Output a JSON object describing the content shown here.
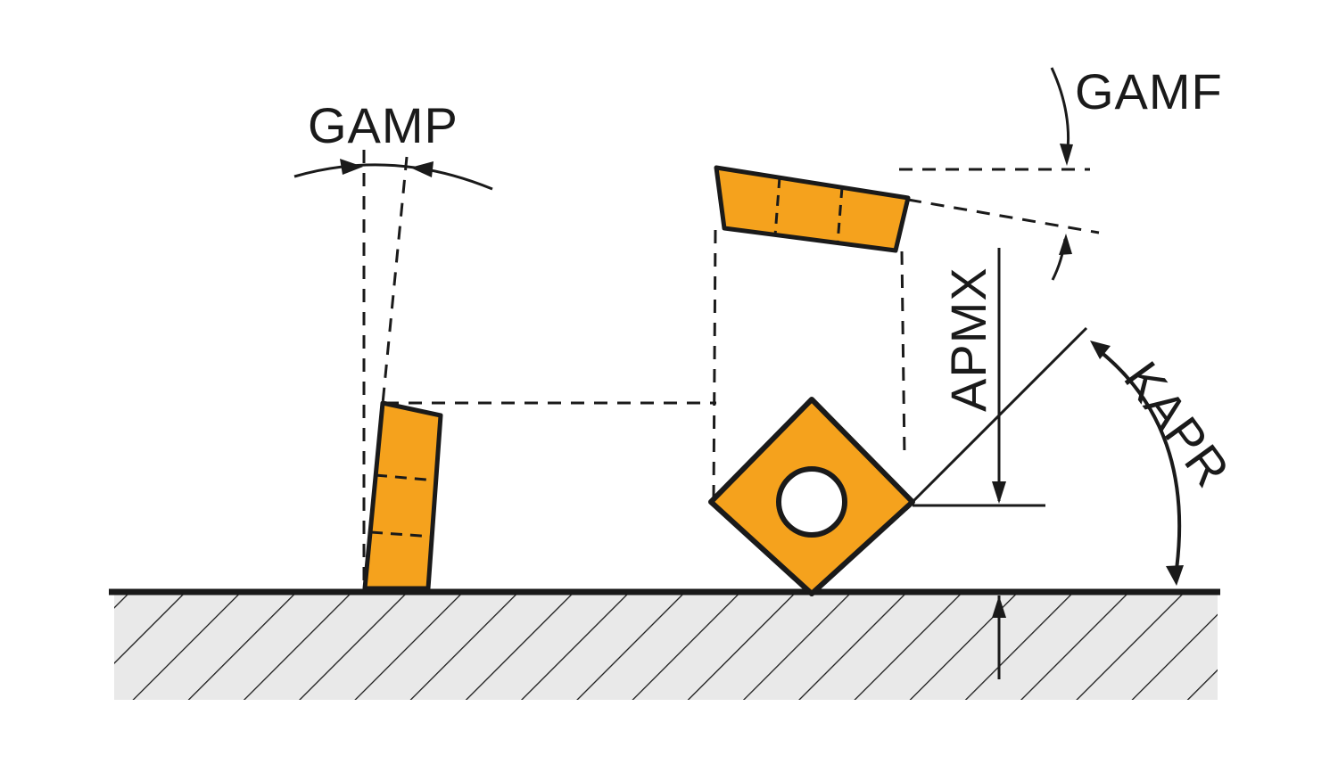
{
  "diagram": {
    "description": "Cutting insert geometry diagram showing rake angles and entering angle over a hatched workpiece surface",
    "labels": {
      "gamp": "GAMP",
      "gamf": "GAMF",
      "apmx": "APMX",
      "kapr": "KAPR"
    },
    "colors": {
      "insert_fill": "#F5A21D",
      "line": "#1A1A1A",
      "ground_fill": "#E9E9E9",
      "background": "#FFFFFF"
    }
  }
}
